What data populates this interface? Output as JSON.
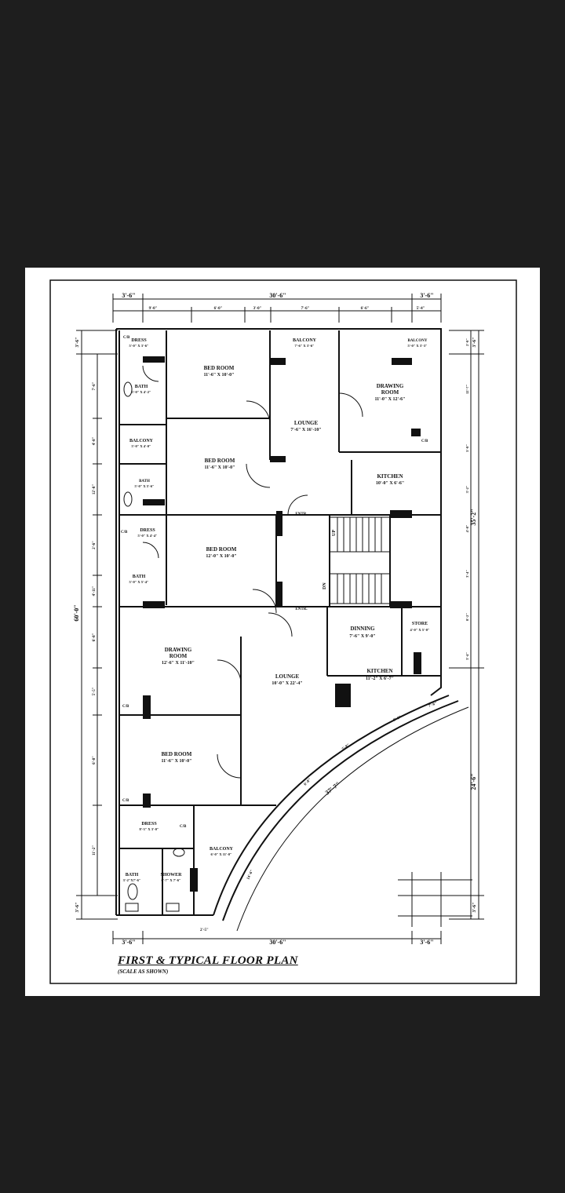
{
  "title": "FIRST & TYPICAL FLOOR PLAN",
  "scale_note": "(SCALE AS SHOWN)",
  "rooms": {
    "dress1": {
      "name": "DRESS",
      "size": "5'-0\" X 3'-6\""
    },
    "cb1": {
      "name": "C/B"
    },
    "bath1": {
      "name": "BATH",
      "size": "5'-0\" X 4'-2\""
    },
    "bed1": {
      "name": "BED ROOM",
      "size": "11'-6\" X 10'-0\""
    },
    "balcony_top": {
      "name": "BALCONY",
      "size": "7'-6\" X 3'-6\""
    },
    "balcony_tr": {
      "name": "BALCONY",
      "size": "5'-0\" X 3'-3\""
    },
    "drawing1": {
      "name": "DRAWING",
      "name2": "ROOM",
      "size": "11'-0\" X 12'-6\""
    },
    "lounge1": {
      "name": "LOUNGE",
      "size": "7'-6\" X 16'-10\""
    },
    "cb2": {
      "name": "C/B"
    },
    "balcony2": {
      "name": "BALCONY",
      "size": "5'-0\" X 4'-0\""
    },
    "bed2": {
      "name": "BED ROOM",
      "size": "11'-6\" X 10'-0\""
    },
    "bath2": {
      "name": "BATH",
      "size": "5'-0\" X 5'-6\""
    },
    "kitchen1": {
      "name": "KITCHEN",
      "size": "10'-0\" X 6'-6\""
    },
    "entr1": {
      "name": "ENTR."
    },
    "dress2": {
      "name": "DRESS",
      "size": "5'-0\" X 4'-4\""
    },
    "cb3": {
      "name": "C/B"
    },
    "bed3": {
      "name": "BED ROOM",
      "size": "12'-0\" X 10'-0\""
    },
    "bath3": {
      "name": "BATH",
      "size": "5'-0\" X 5'-4\""
    },
    "entr2": {
      "name": "ENTR."
    },
    "dining": {
      "name": "DINNING",
      "size": "7'-6\" X 9'-0\""
    },
    "store": {
      "name": "STORE",
      "size": "4'-0\" X 5'-0\""
    },
    "kitchen2": {
      "name": "KITCHEN",
      "size": "11'-2\" X 6'-7\""
    },
    "drawing2": {
      "name": "DRAWING",
      "name2": "ROOM",
      "size": "12'-6\" X 11'-10\""
    },
    "lounge2": {
      "name": "LOUNGE",
      "size": "10'-0\" X 22'-4\""
    },
    "cb4": {
      "name": "C/B"
    },
    "bed4": {
      "name": "BED ROOM",
      "size": "11'-6\" X 10'-0\""
    },
    "cb5": {
      "name": "C/B"
    },
    "dress3": {
      "name": "DRESS",
      "size": "8'-3\" X 3'-0\""
    },
    "cb6": {
      "name": "C/B"
    },
    "balcony3": {
      "name": "BALCONY",
      "size": "6'-0\" X 11'-0\""
    },
    "bath4": {
      "name": "BATH",
      "size": "3'-2\"X7'-6\""
    },
    "shower": {
      "name": "SHOWER",
      "size": "6'-7\" X 7'-6\""
    }
  },
  "dimensions": {
    "top_left": "3'-6\"",
    "top_mid": "30'-6\"",
    "top_right": "3'-6\"",
    "top_sub": [
      "9'-0\"",
      "6'-0\"",
      "3'-0\"",
      "7'-6\"",
      "6'-6\"",
      "5'-4\""
    ],
    "left_top": "3'-6\"",
    "left_total": "60'-0\"",
    "left_bottom": "3'-6\"",
    "left_sub": [
      "7'-6\"",
      "4'-8\"",
      "12'-8\"",
      "2'-6\"",
      "4'-11\"",
      "6'-8\"",
      "5'-5\"",
      "6'-8\"",
      "11'-2\""
    ],
    "right_top": "3'-6\"",
    "right_upper_total": "35'-2\"",
    "right_lower_total": "24'-6\"",
    "right_bottom": "3'-6\"",
    "right_sub": [
      "2'-8\"",
      "12'-7\"",
      "5'-8\"",
      "3'-2\"",
      "4'-8\"",
      "3'-4\"",
      "8'-2\"",
      "3'-4\""
    ],
    "bottom_left": "3'-6\"",
    "bottom_mid": "30'-6\"",
    "bottom_right": "3'-6\"",
    "curve_radius": "37'-7\"",
    "curve_sub": [
      "7'-6\"",
      "9'-6\"",
      "5'-8\"",
      "6'-8\"",
      "14'-6\""
    ],
    "bottom_door": "2'-5\"",
    "stair_up": "UP",
    "stair_dn": "DN"
  }
}
